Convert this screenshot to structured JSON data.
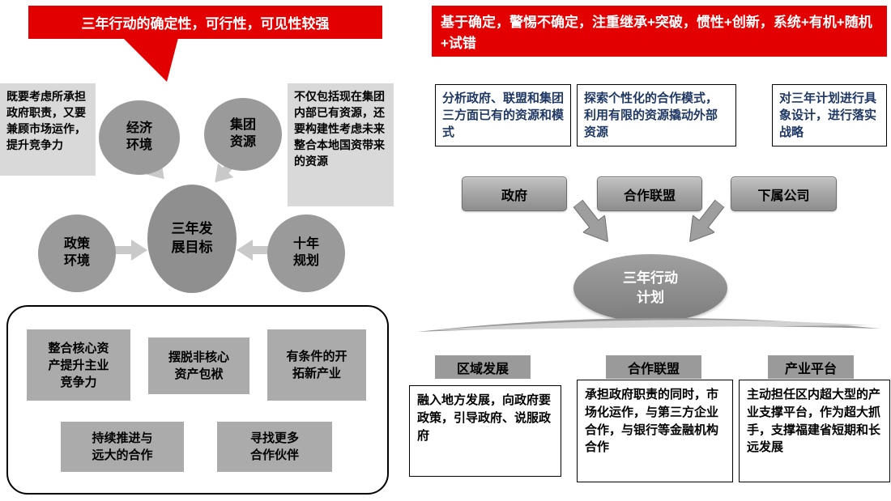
{
  "colors": {
    "accent_red": "#e30000",
    "info_text_blue": "#1f3864",
    "shape_gray": "#9a9a9a"
  },
  "left": {
    "callout": "三年行动的确定性，可行性，可见性较强",
    "note_left": "既要考虑所承担政府职责，又要兼顾市场运作，提升竞争力",
    "note_right": "不仅包括现在集团内部已有资源，还要构建性考虑未来整合本地国资带来的资源",
    "circle_economy": "经济环境",
    "circle_group": "集团资源",
    "circle_policy": "政策环境",
    "circle_tenyear": "十年规划",
    "center_goal": "三年发展目标",
    "strategies": [
      "整合核心资产提升主业竞争力",
      "摆脱非核心资产包袱",
      "有条件的开拓新产业",
      "持续推进与远大的合作",
      "寻找更多合作伙伴"
    ]
  },
  "right": {
    "banner": "基于确定，警惕不确定，注重继承+突破，惯性+创新，系统+有机+随机+试错",
    "analysis_boxes": [
      "分析政府、联盟和集团三方面已有的资源和模式",
      "探索个性化的合作模式，利用有限的资源撬动外部资源",
      "对三年计划进行具象设计，进行落实战略"
    ],
    "entities": [
      "政府",
      "合作联盟",
      "下属公司"
    ],
    "action_plan": "三年行动计划",
    "sections": [
      {
        "title": "区域发展",
        "body": "融入地方发展，向政府要政策，引导政府、说服政府"
      },
      {
        "title": "合作联盟",
        "body": "承担政府职责的同时，市场化运作，与第三方企业合作，与银行等金融机构合作"
      },
      {
        "title": "产业平台",
        "body": "主动担任区内超大型的产业支撑平台，作为超大抓手，支撑福建省短期和长远发展"
      }
    ]
  }
}
